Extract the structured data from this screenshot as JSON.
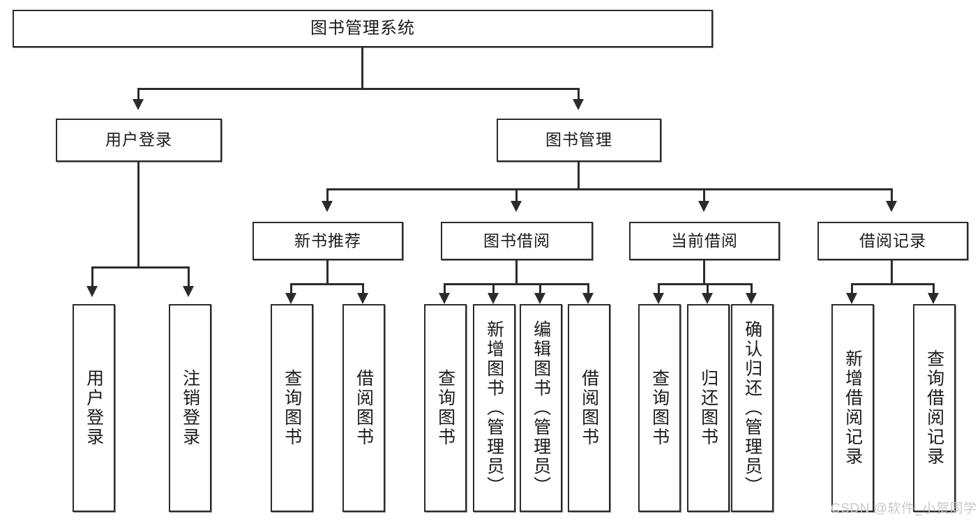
{
  "diagram": {
    "type": "tree",
    "title": "图书管理系统",
    "root": {
      "label": "图书管理系统"
    },
    "level2": [
      {
        "label": "用户登录"
      },
      {
        "label": "图书管理"
      }
    ],
    "level3": [
      {
        "label": "新书推荐"
      },
      {
        "label": "图书借阅"
      },
      {
        "label": "当前借阅"
      },
      {
        "label": "借阅记录"
      }
    ],
    "leaves": {
      "user_login": [
        {
          "label": "用户登录"
        },
        {
          "label": "注销登录"
        }
      ],
      "new_book_recommend": [
        {
          "label": "查询图书"
        },
        {
          "label": "借阅图书"
        }
      ],
      "book_borrow": [
        {
          "label": "查询图书"
        },
        {
          "label": "新增图书（管理员）"
        },
        {
          "label": "编辑图书（管理员）"
        },
        {
          "label": "借阅图书"
        }
      ],
      "current_borrow": [
        {
          "label": "查询图书"
        },
        {
          "label": "归还图书"
        },
        {
          "label": "确认归还（管理员）"
        }
      ],
      "borrow_record": [
        {
          "label": "新增借阅记录"
        },
        {
          "label": "查询借阅记录"
        }
      ]
    }
  },
  "watermark": {
    "text": "CSDN @软件_小贺同学"
  },
  "colors": {
    "stroke": "#2b2b2b",
    "fill": "#ffffff",
    "text": "#1a1a1a",
    "watermark": "#c9c9c9"
  }
}
